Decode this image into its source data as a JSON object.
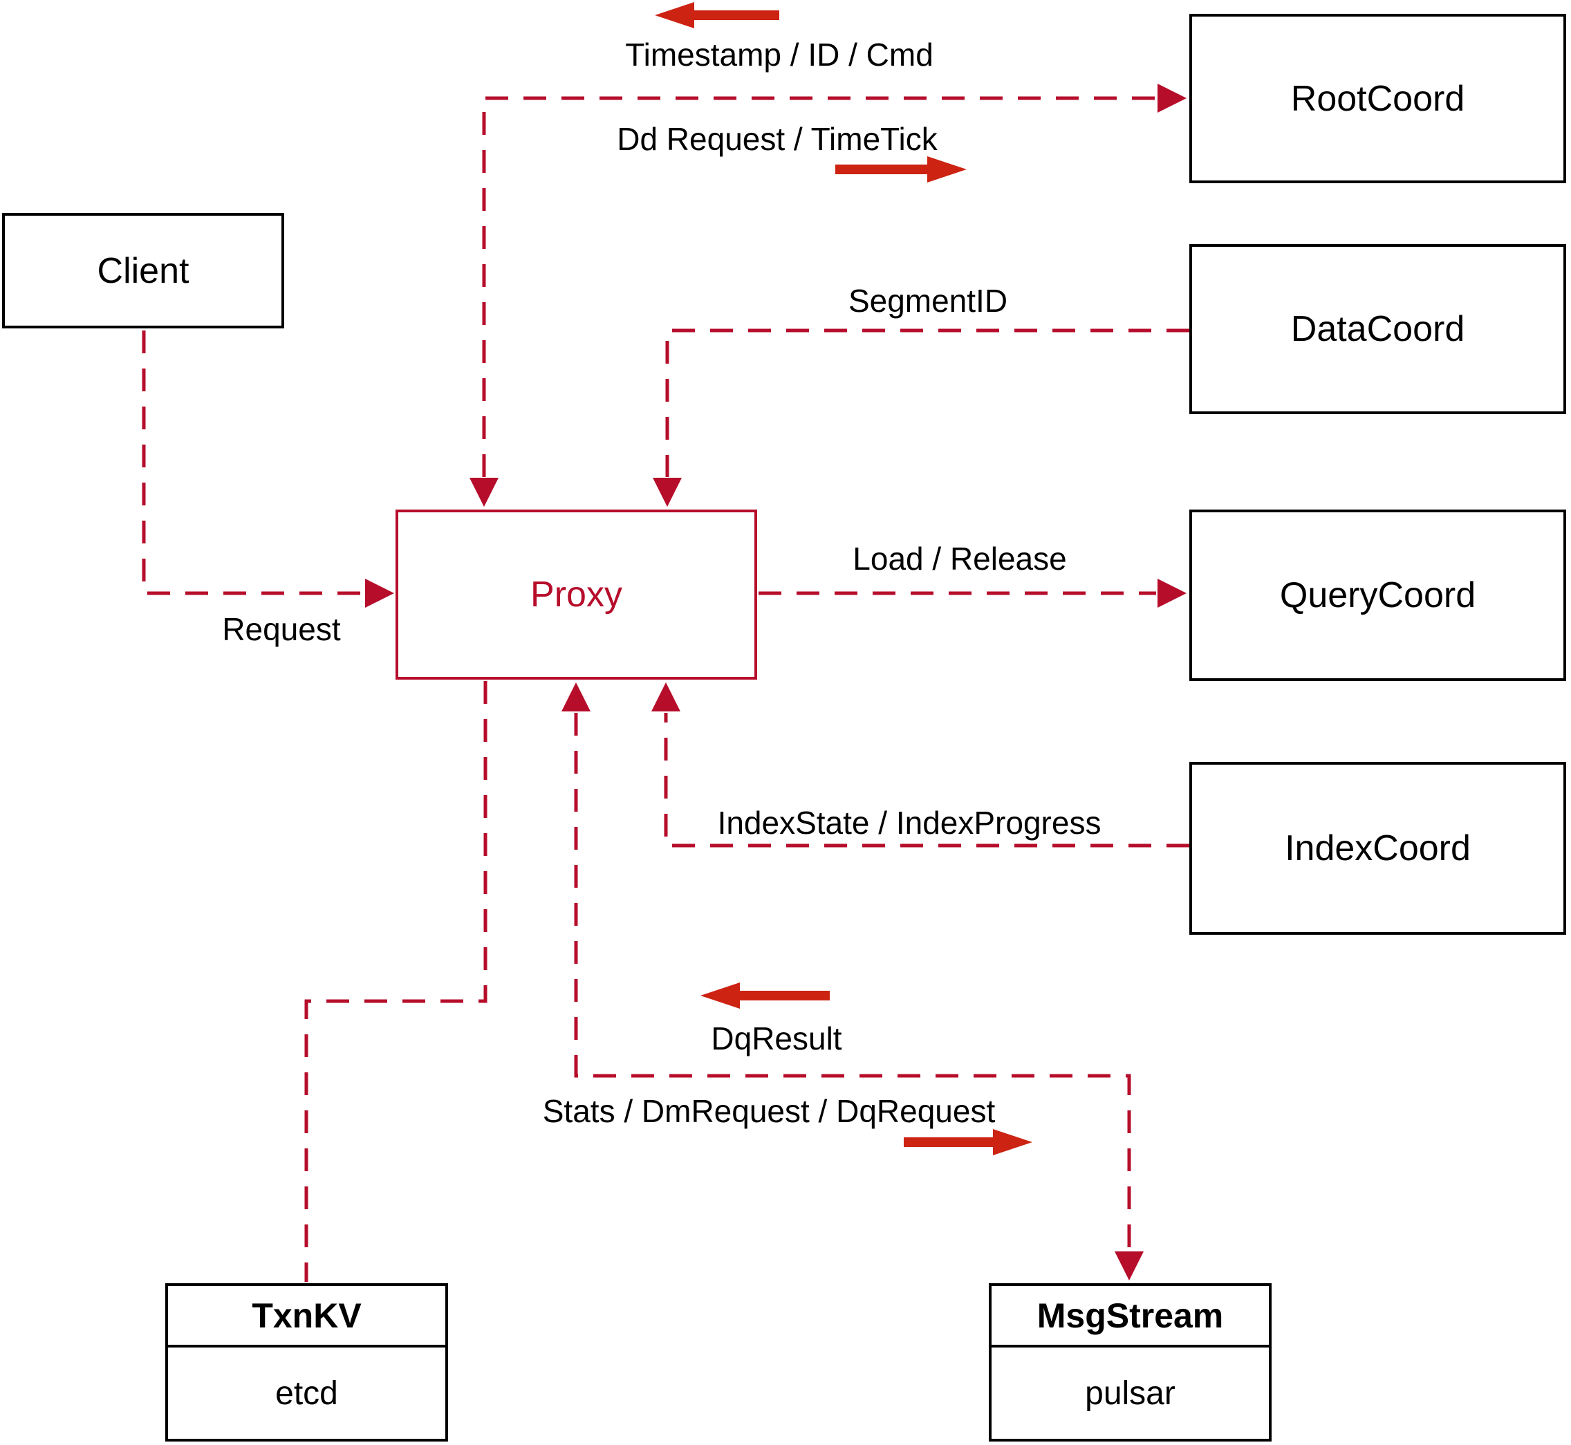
{
  "diagram": {
    "colors": {
      "line_red": "#b60d2b",
      "arrow_red": "#cc2312",
      "box_border": "#000000",
      "text": "#000000",
      "background": "#ffffff"
    },
    "nodes": {
      "client": {
        "label": "Client"
      },
      "root_coord": {
        "label": "RootCoord"
      },
      "data_coord": {
        "label": "DataCoord"
      },
      "query_coord": {
        "label": "QueryCoord"
      },
      "index_coord": {
        "label": "IndexCoord"
      },
      "proxy": {
        "label": "Proxy"
      },
      "txn_kv": {
        "title": "TxnKV",
        "impl": "etcd"
      },
      "msg_stream": {
        "title": "MsgStream",
        "impl": "pulsar"
      }
    },
    "edge_labels": {
      "timestamp_id_cmd": "Timestamp / ID / Cmd",
      "dd_request_timetick": "Dd Request / TimeTick",
      "segment_id": "SegmentID",
      "load_release": "Load / Release",
      "request": "Request",
      "index_state_progress": "IndexState / IndexProgress",
      "dq_result": "DqResult",
      "stats_dm_dq": "Stats / DmRequest / DqRequest"
    }
  }
}
